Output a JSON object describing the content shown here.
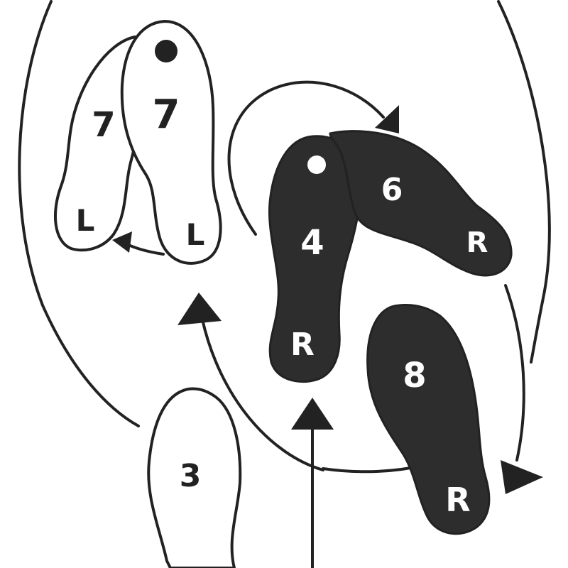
{
  "colors": {
    "ink": "#222222",
    "solid_fill": "#2d2d2d",
    "paper": "#ffffff"
  },
  "footprints": [
    {
      "id": "left-7-toe",
      "number": "7",
      "side": "L",
      "style": "outline"
    },
    {
      "id": "left-7-heel",
      "number": "7",
      "side": "L",
      "style": "outline"
    },
    {
      "id": "right-4",
      "number": "4",
      "side": "R",
      "style": "solid"
    },
    {
      "id": "foot-6",
      "number": "6",
      "side": "R",
      "style": "solid"
    },
    {
      "id": "right-8",
      "number": "8",
      "side": "R",
      "style": "solid"
    },
    {
      "id": "foot-3",
      "number": "3",
      "side": "",
      "style": "outline"
    }
  ],
  "markers": [
    "dot-on-left-7",
    "dot-on-right-4"
  ]
}
